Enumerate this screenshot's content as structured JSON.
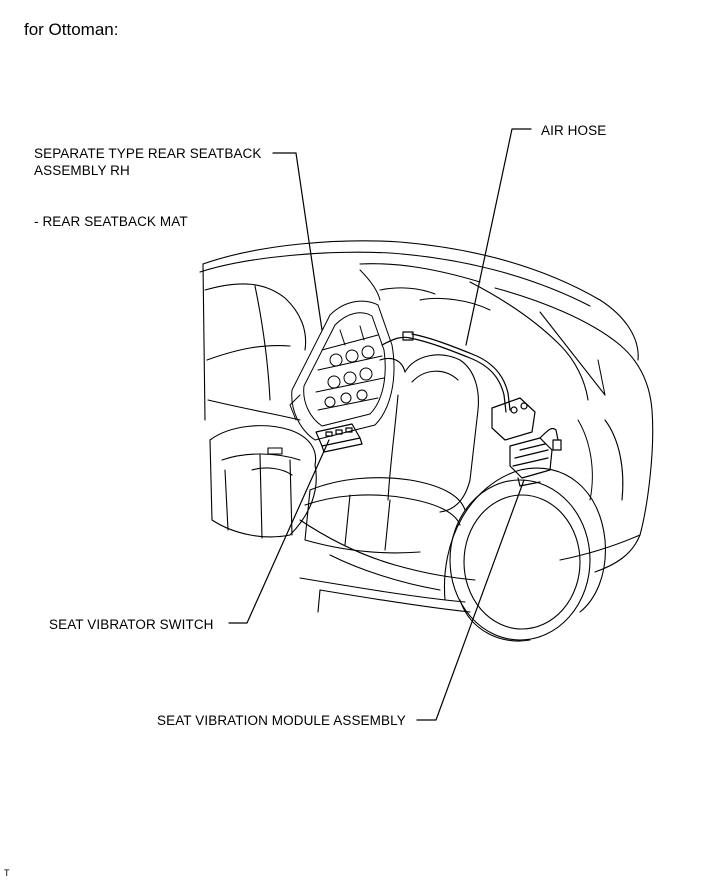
{
  "heading": "for Ottoman:",
  "labels": {
    "rear_seatback_line1": "SEPARATE TYPE REAR SEATBACK",
    "rear_seatback_line2": "ASSEMBLY RH",
    "rear_seatback_mat": "- REAR SEATBACK MAT",
    "air_hose": "AIR HOSE",
    "seat_vibrator_switch": "SEAT VIBRATOR SWITCH",
    "seat_vibration_module": "SEAT VIBRATION MODULE ASSEMBLY"
  },
  "footnote": "T"
}
